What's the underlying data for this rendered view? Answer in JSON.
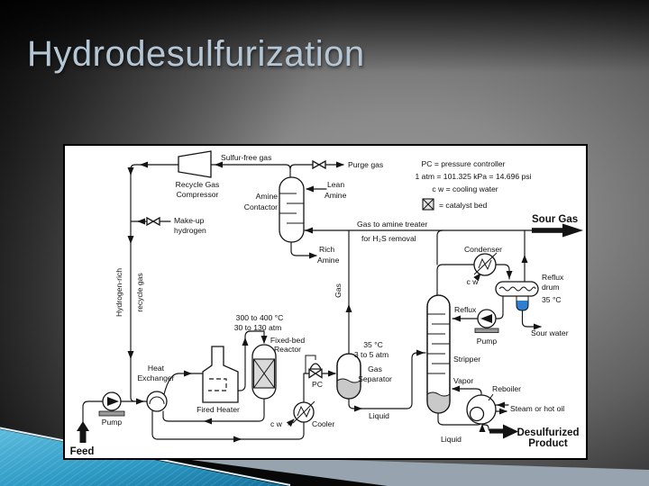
{
  "slide": {
    "title": "Hydrodesulfurization"
  },
  "diagram": {
    "legend": {
      "pc": "PC = pressure controller",
      "atm": "1 atm = 101.325 kPa = 14.696 psi",
      "cw": "c w  =  cooling water",
      "catalyst": "=  catalyst bed"
    },
    "labels": {
      "sulfur_free_gas": "Sulfur-free gas",
      "purge_gas": "Purge gas",
      "compressor_l1": "Recycle Gas",
      "compressor_l2": "Compressor",
      "makeup_l1": "Make-up",
      "makeup_l2": "hydrogen",
      "contactor_l1": "Amine",
      "contactor_l2": "Contactor",
      "lean_l1": "Lean",
      "lean_l2": "Amine",
      "rich_l1": "Rich",
      "rich_l2": "Amine",
      "gas_to_amine": "Gas to amine treater",
      "h2s_removal": "for H₂S removal",
      "sour_gas": "Sour Gas",
      "condenser": "Condenser",
      "condenser_cw": "c w",
      "reflux_drum_l1": "Reflux",
      "reflux_drum_l2": "drum",
      "reflux_drum_temp": "35 °C",
      "sour_water": "Sour water",
      "reflux": "Reflux",
      "reflux_pump": "Pump",
      "stripper": "Stripper",
      "vapor": "Vapor",
      "reboiler": "Reboiler",
      "steam": "Steam or hot oil",
      "product_l1": "Desulfurized",
      "product_l2": "Product",
      "bottoms_liquid": "Liquid",
      "hydrogen_rich": "Hydrogen-rich",
      "recycle_gas": "recycle gas",
      "gas_line": "Gas",
      "reactor_temp": "300 to 400 °C",
      "reactor_press": "30 to 130 atm",
      "reactor_l1": "Fixed-bed",
      "reactor_l2": "Reactor",
      "sep_temp": "35 °C",
      "sep_press": "3 to 5 atm",
      "separator_l1": "Gas",
      "separator_l2": "Separator",
      "pc_tag": "PC",
      "hx_l1": "Heat",
      "hx_l2": "Exchanger",
      "fired_heater": "Fired Heater",
      "cooler": "Cooler",
      "cooler_cw": "c w",
      "sep_liquid": "Liquid",
      "feed_pump": "Pump",
      "feed": "Feed"
    },
    "colors": {
      "line": "#141414",
      "liquid_gray": "#c9c9c9",
      "boot_blue": "#2e7fd0",
      "accent_cyan": "#3aa9cf"
    }
  }
}
